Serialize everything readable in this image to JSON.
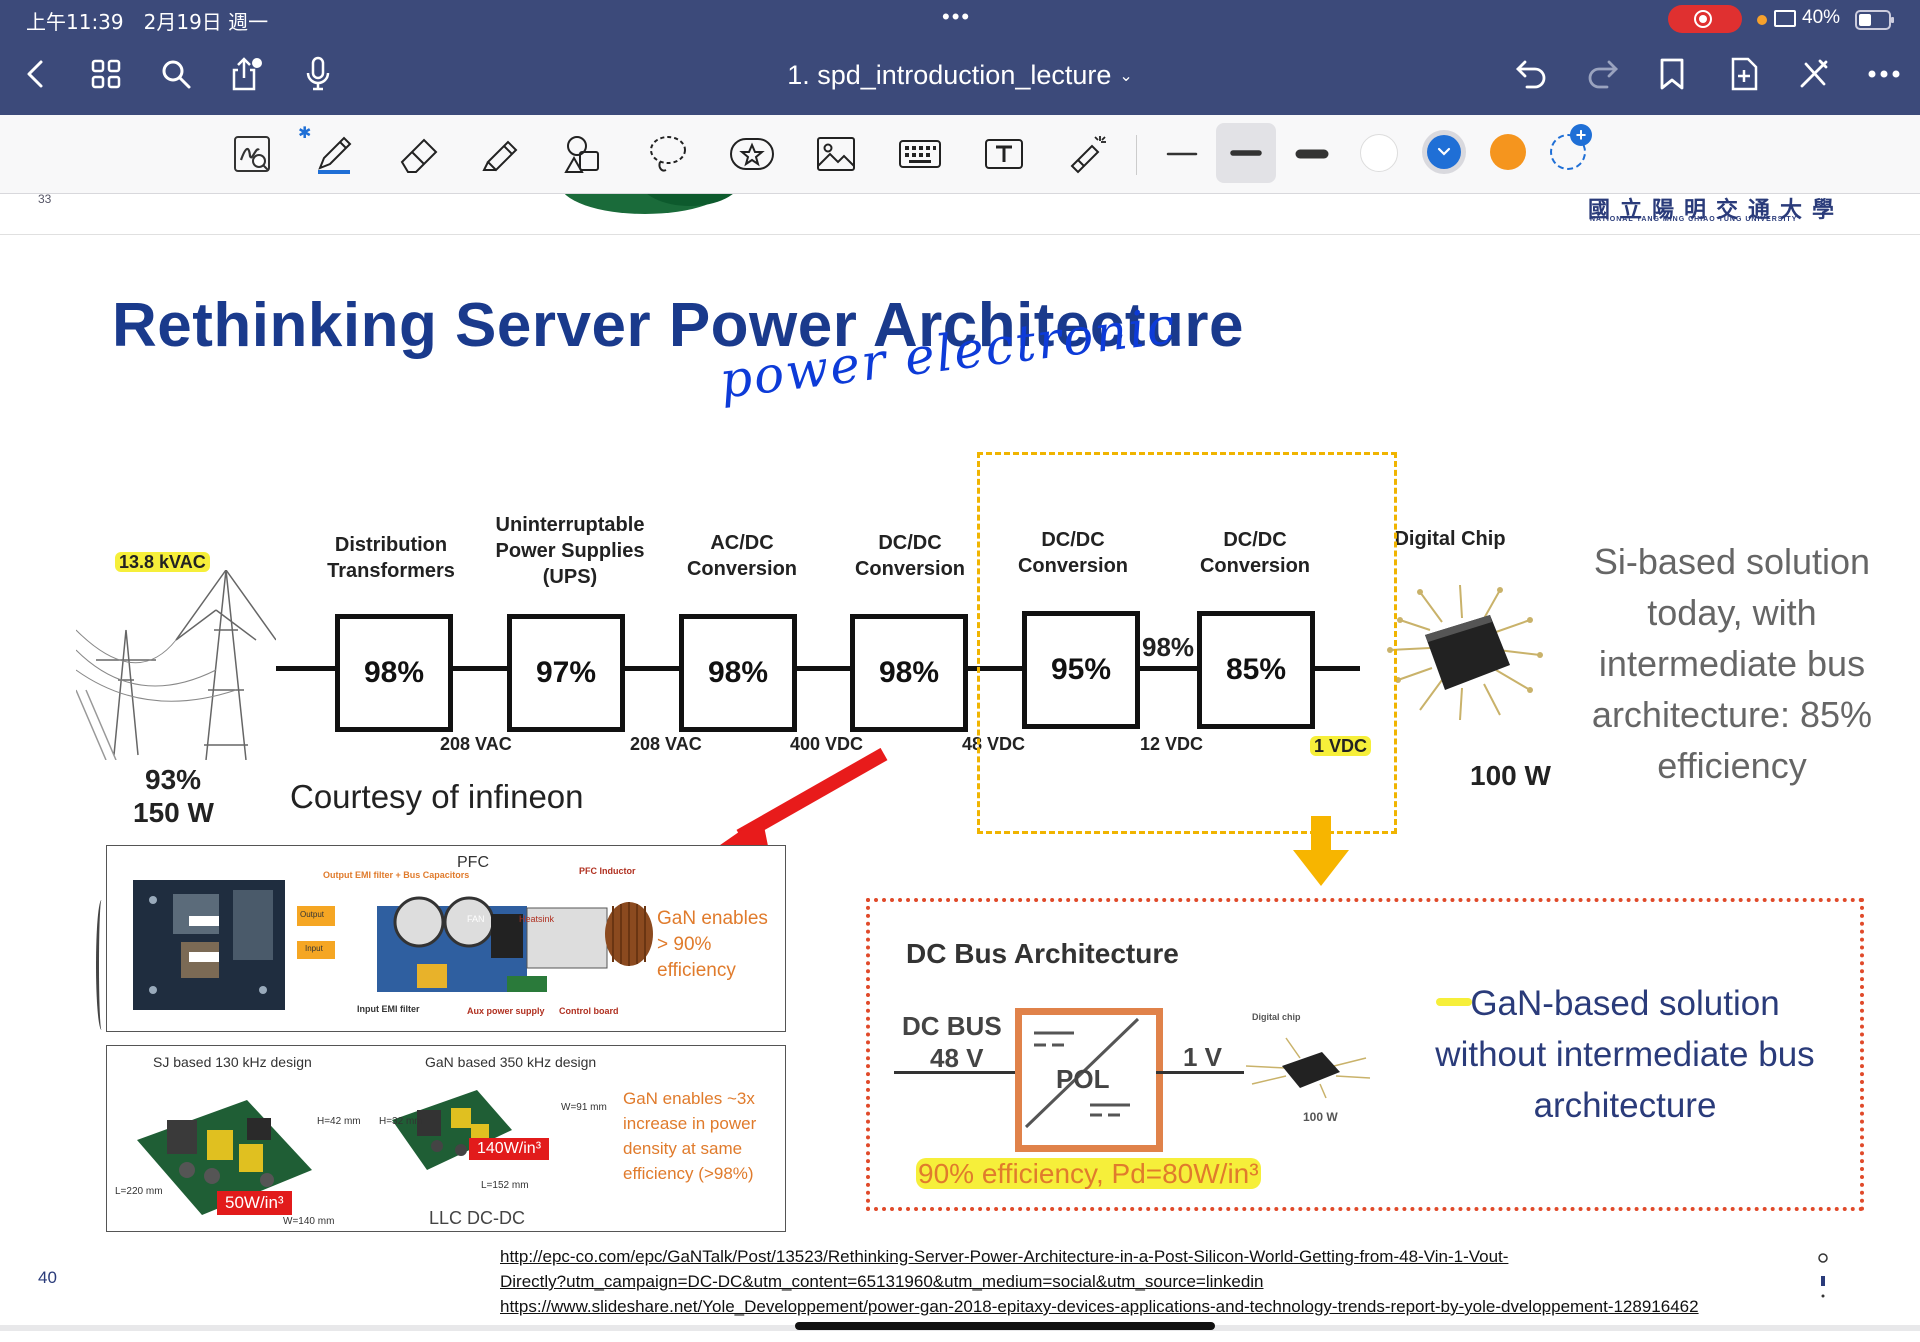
{
  "status": {
    "time": "上午11:39　2月19日 週一",
    "dots": "•••",
    "battery": "40%"
  },
  "nav": {
    "doc_title": "1. spd_introduction_lecture",
    "title_chevron": "⌄"
  },
  "header_strip": {
    "university_cn": "國立陽明交通大學",
    "university_en": "NATIONAL YANG MING CHIAO TUNG UNIVERSITY",
    "prev_mark": "33"
  },
  "slide": {
    "title": "Rethinking Server Power Architecture",
    "handwriting": "power electronic",
    "source_voltage": "13.8 kVAC",
    "stages": [
      {
        "label": "Distribution\nTransformers",
        "efficiency": "98%"
      },
      {
        "label": "Uninterruptable\nPower Supplies\n(UPS)",
        "efficiency": "97%"
      },
      {
        "label": "AC/DC\nConversion",
        "efficiency": "98%"
      },
      {
        "label": "DC/DC\nConversion",
        "efficiency": "98%"
      },
      {
        "label": "DC/DC\nConversion",
        "efficiency": "95%"
      },
      {
        "label": "DC/DC\nConversion",
        "efficiency": "85%"
      }
    ],
    "between_eff": "98%",
    "voltages": [
      "208 VAC",
      "208 VAC",
      "400 VDC",
      "48 VDC",
      "12 VDC",
      "1 VDC"
    ],
    "digital_chip": "Digital Chip",
    "power_100w": "100 W",
    "left_eff": "93%",
    "left_power": "150 W",
    "courtesy": "Courtesy of infineon",
    "si_text": "Si-based solution today, with intermediate bus architecture: 85% efficiency",
    "panel1": {
      "pfc": "PFC",
      "sub_labels": [
        "Output EMI filter + Bus Capacitors",
        "PFC Inductor",
        "FAN",
        "Heatsink",
        "Output",
        "Input",
        "Input EMI filter",
        "Aux power supply",
        "Control board"
      ],
      "gan_text": "GaN enables > 90% efficiency"
    },
    "panel2": {
      "sj_label": "SJ based 130 kHz design",
      "gan_label": "GaN based 350 kHz design",
      "dims": [
        "H=42 mm",
        "L=220 mm",
        "W=140 mm",
        "H=32 mm",
        "W=91 mm",
        "L=152 mm"
      ],
      "density_left": "50W/in³",
      "density_right": "140W/in³",
      "gan_text": "GaN enables ~3x increase in power density at same efficiency (>98%)",
      "llc": "LLC DC-DC"
    },
    "dc_bus": {
      "title": "DC Bus Architecture",
      "bus_label": "DC BUS",
      "bus_volt": "48 V",
      "pol": "POL",
      "out_volt": "1 V",
      "chip_label": "Digital chip",
      "out_power": "100 W",
      "efficiency": "90% efficiency, Pd=80W/in³"
    },
    "gan_based": "GaN-based solution without intermediate bus architecture",
    "page_number": "40",
    "links": [
      "http://epc-co.com/epc/GaNTalk/Post/13523/Rethinking-Server-Power-Architecture-in-a-Post-Silicon-World-Getting-from-48-Vin-1-Vout-",
      "Directly?utm_campaign=DC-DC&utm_content=65131960&utm_medium=social&utm_source=linkedin",
      "https://www.slideshare.net/Yole_Developpement/power-gan-2018-epitaxy-devices-applications-and-technology-trends-report-by-yole-dveloppement-128916462"
    ]
  },
  "colors": {
    "nav_bg": "#3c4a7a",
    "title_blue": "#1a3a8c",
    "ink_blue": "#0d3bd8",
    "accent_orange": "#e07b2c",
    "highlight_yellow": "#f6ef3a",
    "arrow_red": "#e81b1b",
    "dashed_yellow": "#f0b400",
    "picker_blue": "#1f6fd6",
    "picker_orange": "#f5951e"
  }
}
